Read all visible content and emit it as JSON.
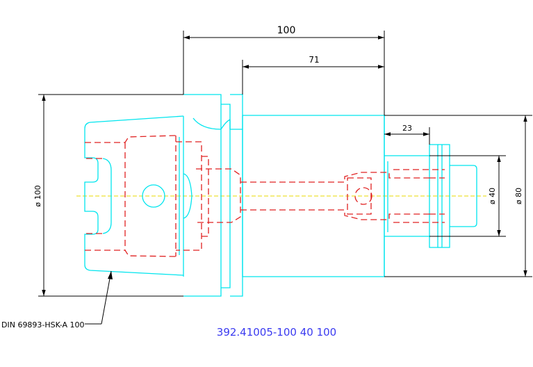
{
  "dimensions": {
    "overall_length": "100",
    "projection_length": "71",
    "collet_length": "23",
    "flange_diameter": "ø 100",
    "clamp_diameter": "ø 40",
    "body_diameter": "ø 80"
  },
  "callout": {
    "taper_standard": "DIN 69893-HSK-A 100"
  },
  "part_number": "392.41005-100 40 100",
  "colors": {
    "outline": "#00e5ee",
    "hidden_lines": "#e02020",
    "center_line": "#e8d800",
    "dimension_lines": "#000000",
    "part_number_text": "#3a3af0"
  }
}
